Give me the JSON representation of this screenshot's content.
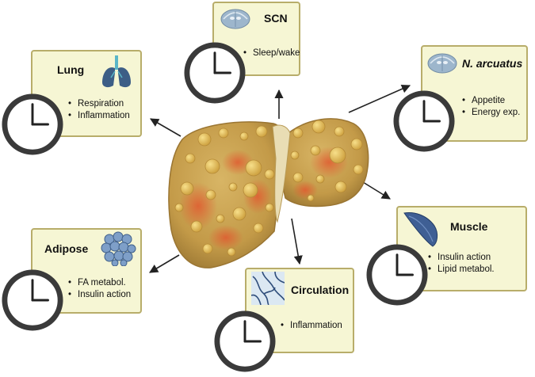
{
  "organs": {
    "scn": {
      "title": "SCN",
      "items": [
        "Sleep/wake"
      ],
      "icon": "brain-section-icon"
    },
    "lung": {
      "title": "Lung",
      "items": [
        "Respiration",
        "Inflammation"
      ],
      "icon": "lungs-icon"
    },
    "arcuatus": {
      "title": "N. arcuatus",
      "items": [
        "Appetite",
        "Energy exp."
      ],
      "icon": "brain-section-icon"
    },
    "adipose": {
      "title": "Adipose",
      "items": [
        "FA metabol.",
        "Insulin action"
      ],
      "icon": "adipocytes-icon"
    },
    "muscle": {
      "title": "Muscle",
      "items": [
        "Insulin action",
        "Lipid metabol."
      ],
      "icon": "muscle-icon"
    },
    "circulation": {
      "title": "Circulation",
      "items": [
        "Inflammation"
      ],
      "icon": "blood-vessels-icon"
    }
  },
  "colors": {
    "box_fill": "#f6f6d4",
    "box_border": "#b8ad6a",
    "liver": "#c9a24e",
    "liver_spots": "#d9663a",
    "clock_frame": "#3a3a3a",
    "arrow": "#222222"
  }
}
